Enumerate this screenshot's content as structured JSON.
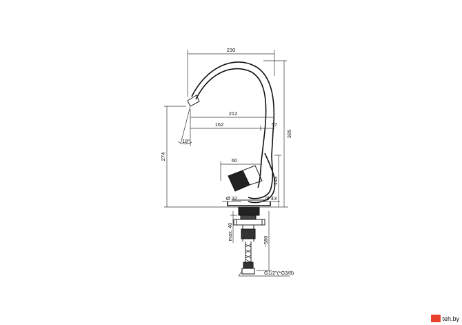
{
  "dimensions": {
    "total_width": "230",
    "spout_reach": "212",
    "handle_offset": "162",
    "outlet_width": "57",
    "angle": "18°",
    "total_height": "395",
    "spout_height": "274",
    "handle_length": "60",
    "handle_height": "148",
    "diameter_small": "Ø 32",
    "diameter_base": "Ø 43",
    "max_thickness": "max. 40",
    "hose_length": "~580",
    "thread": "G1/2\"(*G3/8)"
  },
  "watermark": {
    "text": "teh.by",
    "color": "#e8402a"
  }
}
